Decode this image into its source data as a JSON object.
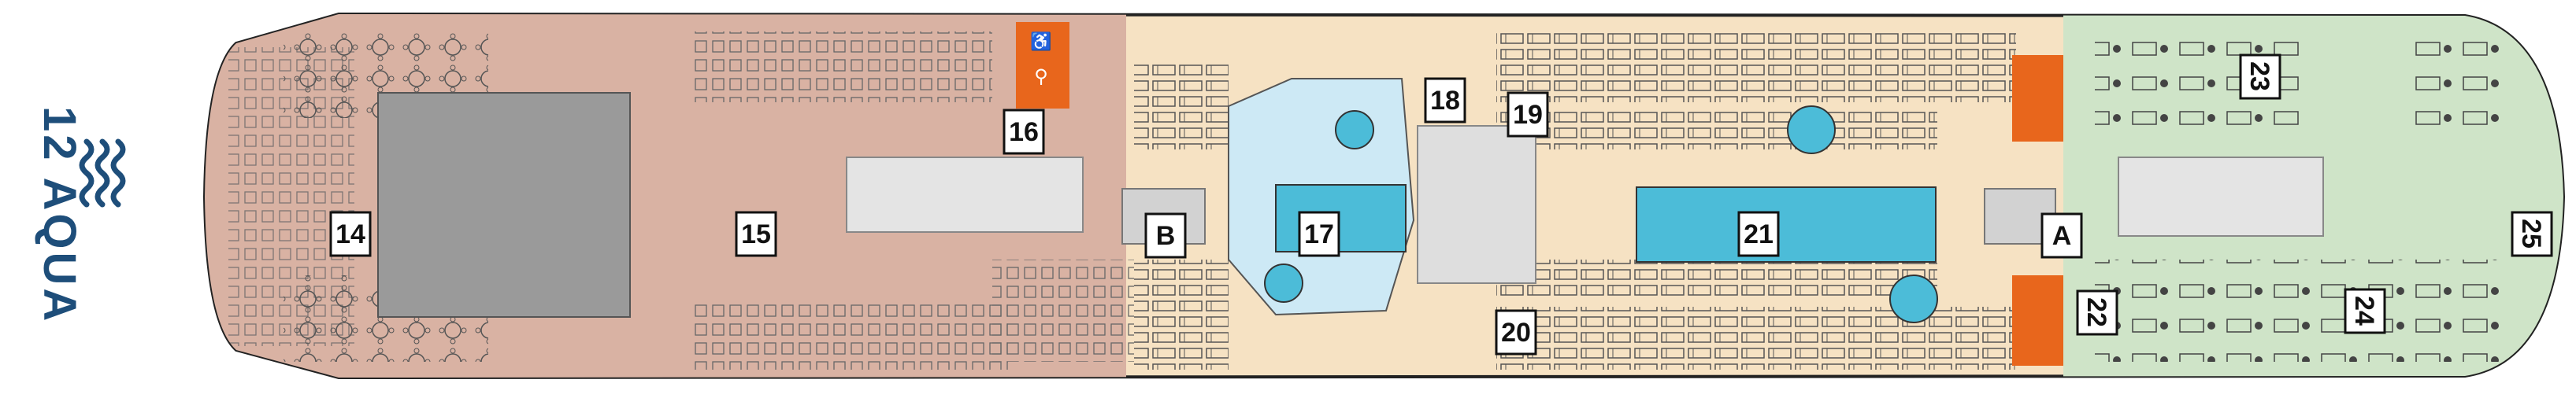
{
  "deck": {
    "number": "12",
    "name": "AQUA"
  },
  "areas": [
    {
      "label": "14"
    },
    {
      "label": "15"
    },
    {
      "label": "16"
    },
    {
      "label": "B"
    },
    {
      "label": "17"
    },
    {
      "label": "18"
    },
    {
      "label": "19"
    },
    {
      "label": "20"
    },
    {
      "label": "21"
    },
    {
      "label": "A"
    },
    {
      "label": "22"
    },
    {
      "label": "23"
    },
    {
      "label": "24"
    },
    {
      "label": "25"
    }
  ],
  "icons": [
    "wave-logo-icon",
    "restroom-icon",
    "accessible-icon",
    "pool-icon",
    "stairs-icon",
    "elevator-icon"
  ],
  "colors": {
    "aft_zone": "#d9b2a3",
    "mid_zone": "#f6e2c3",
    "fwd_zone": "#cfe4c8",
    "pool": "#4cbcd8",
    "service": "#e8661c",
    "hull": "#222222",
    "logo": "#1e4e7a"
  }
}
